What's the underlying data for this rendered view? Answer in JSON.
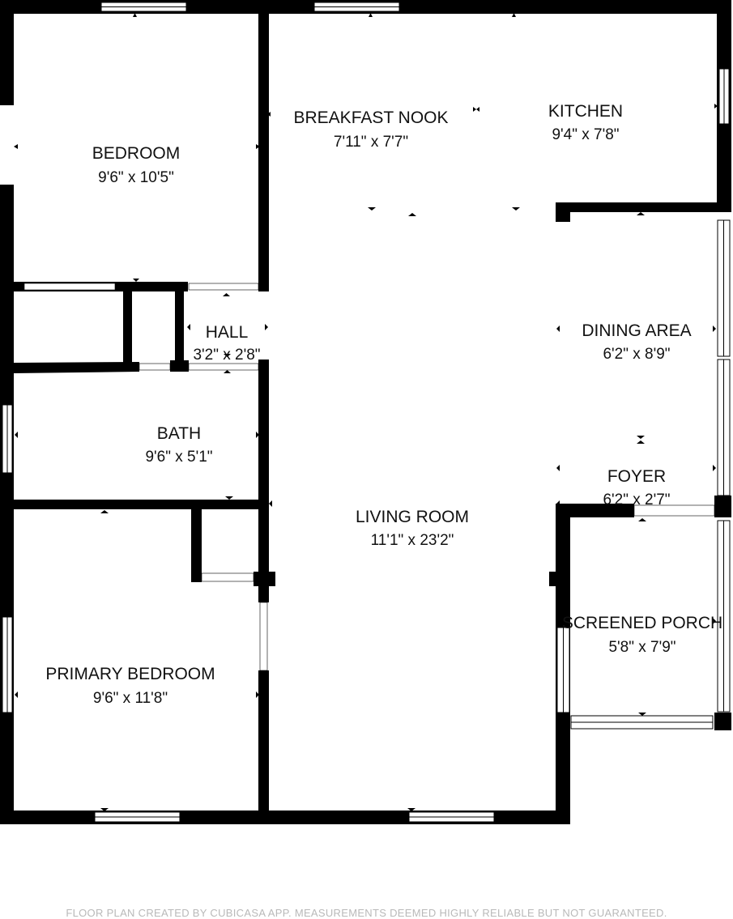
{
  "rooms": [
    {
      "id": "bedroom",
      "name": "BEDROOM",
      "dims": "9'6\" x 10'5\""
    },
    {
      "id": "breakfast-nook",
      "name": "BREAKFAST NOOK",
      "dims": "7'11\" x 7'7\""
    },
    {
      "id": "kitchen",
      "name": "KITCHEN",
      "dims": "9'4\" x 7'8\""
    },
    {
      "id": "hall",
      "name": "HALL",
      "dims": "3'2\" x 2'8\""
    },
    {
      "id": "dining-area",
      "name": "DINING AREA",
      "dims": "6'2\" x 8'9\""
    },
    {
      "id": "bath",
      "name": "BATH",
      "dims": "9'6\" x 5'1\""
    },
    {
      "id": "foyer",
      "name": "FOYER",
      "dims": "6'2\" x 2'7\""
    },
    {
      "id": "living-room",
      "name": "LIVING ROOM",
      "dims": "11'1\" x 23'2\""
    },
    {
      "id": "screened-porch",
      "name": "SCREENED PORCH",
      "dims": "5'8\" x 7'9\""
    },
    {
      "id": "primary-bedroom",
      "name": "PRIMARY BEDROOM",
      "dims": "9'6\" x 11'8\""
    }
  ],
  "footer": {
    "credit": "FLOOR PLAN CREATED BY CUBICASA APP. MEASUREMENTS DEEMED HIGHLY RELIABLE BUT NOT GUARANTEED."
  },
  "colors": {
    "wall": "#000000",
    "window": "#ffffff",
    "background": "#ffffff",
    "credit": "#b9b9b9"
  }
}
